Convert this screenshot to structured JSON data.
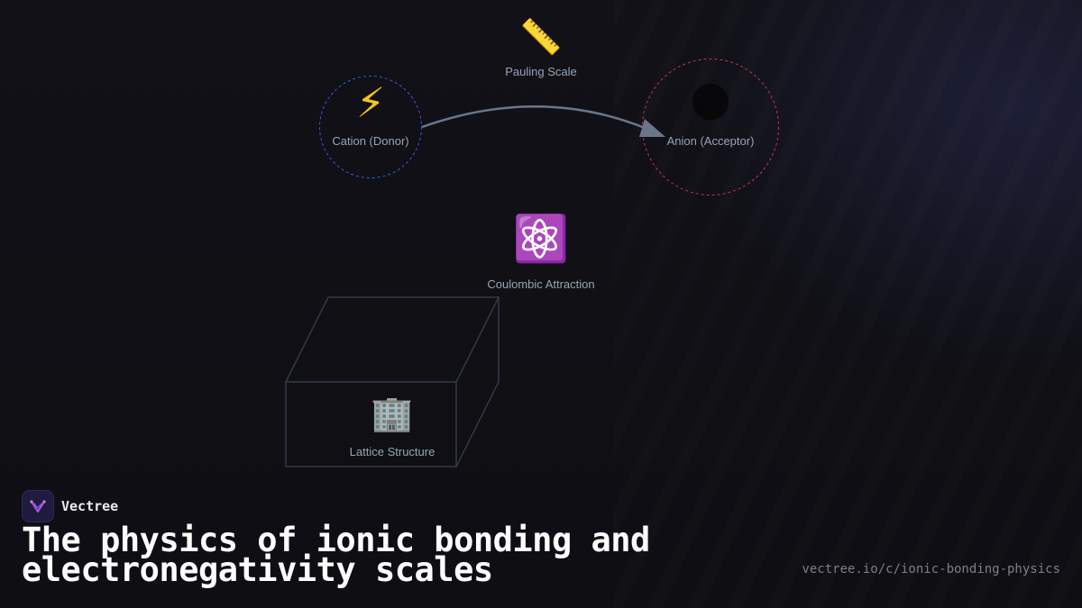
{
  "diagram": {
    "nodes": {
      "cation": {
        "icon": "lightning-icon",
        "glyph": "⚡",
        "label": "Cation (Donor)"
      },
      "anion": {
        "icon": "dark-moon-icon",
        "glyph": "🌑",
        "label": "Anion (Acceptor)"
      },
      "pauling": {
        "icon": "ruler-icon",
        "glyph": "📏",
        "label": "Pauling Scale"
      },
      "coulombic": {
        "icon": "atom-icon",
        "glyph": "⚛️",
        "label": "Coulombic Attraction"
      },
      "lattice": {
        "icon": "office-building-icon",
        "glyph": "🏢",
        "label": "Lattice Structure"
      }
    },
    "edges": [
      {
        "from": "cation",
        "to": "anion",
        "style": "curved-arrow"
      }
    ],
    "colors": {
      "cation_ring": "#3b5bdb",
      "anion_ring": "#c0394a",
      "arrow": "#6b7587",
      "box_stroke": "#323a4a"
    }
  },
  "footer": {
    "brand_name": "Vectree",
    "title": "The physics of ionic bonding and electronegativity scales",
    "url": "vectree.io/c/ionic-bonding-physics"
  }
}
